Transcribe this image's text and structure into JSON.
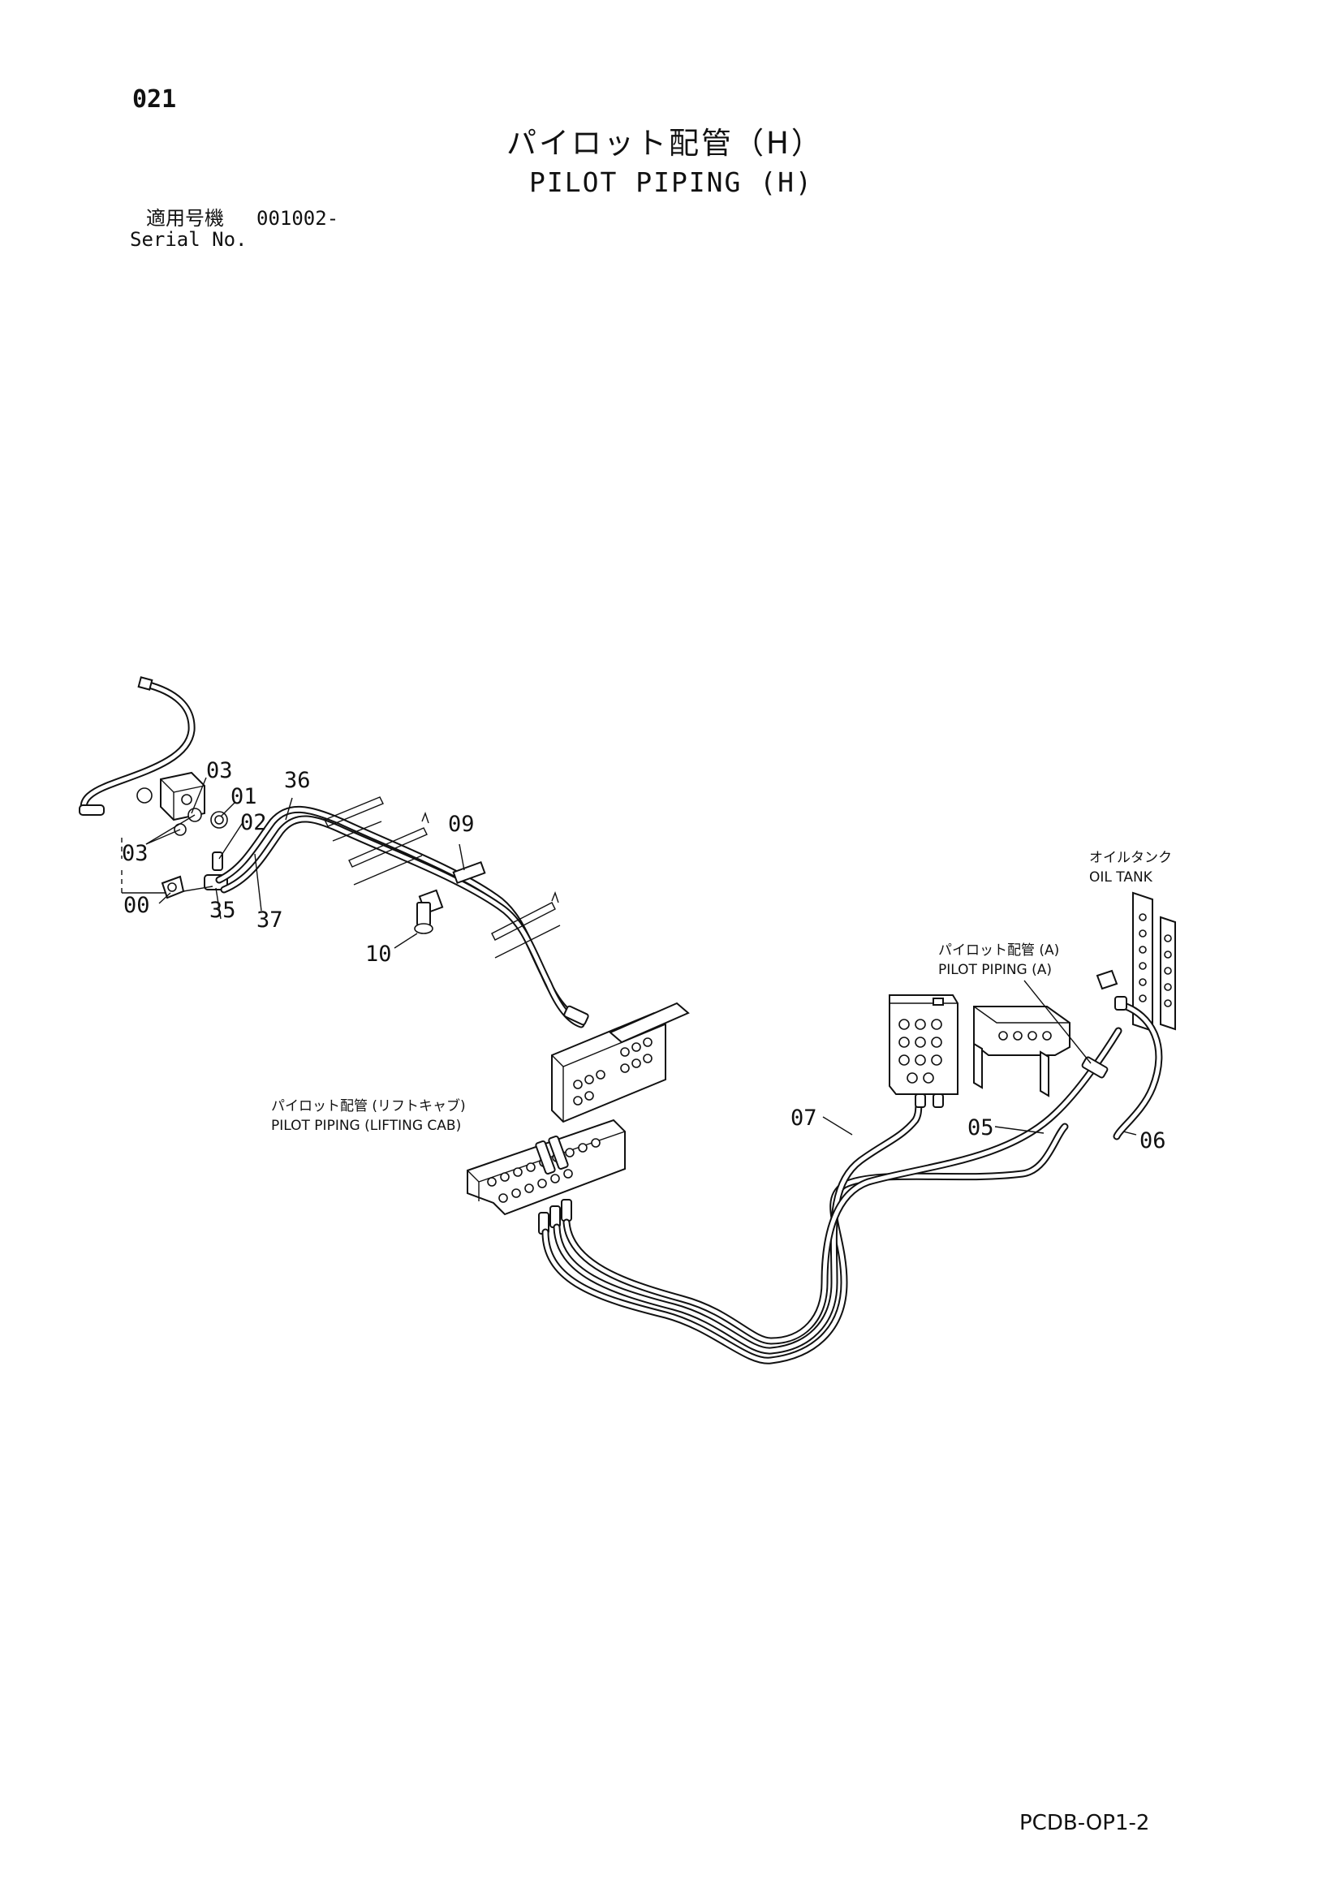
{
  "header": {
    "page_number": "021",
    "title_jp": "パイロット配管（H）",
    "title_en": "PILOT PIPING (H)",
    "serial_label_jp": "適用号機",
    "serial_value": "001002-",
    "serial_label_en": "Serial No."
  },
  "callouts": {
    "c00": "00",
    "c01": "01",
    "c02": "02",
    "c03a": "03",
    "c03b": "03",
    "c05": "05",
    "c06": "06",
    "c07": "07",
    "c09": "09",
    "c10": "10",
    "c35": "35",
    "c36": "36",
    "c37": "37"
  },
  "notes": {
    "oil_tank_jp": "オイルタンク",
    "oil_tank_en": "OIL TANK",
    "pilot_a_jp": "パイロット配管 (A)",
    "pilot_a_en": "PILOT PIPING (A)",
    "lifting_cab_jp": "パイロット配管 (リフトキャブ)",
    "lifting_cab_en": "PILOT PIPING (LIFTING CAB)"
  },
  "footer": {
    "doc_code": "PCDB-OP1-2"
  }
}
